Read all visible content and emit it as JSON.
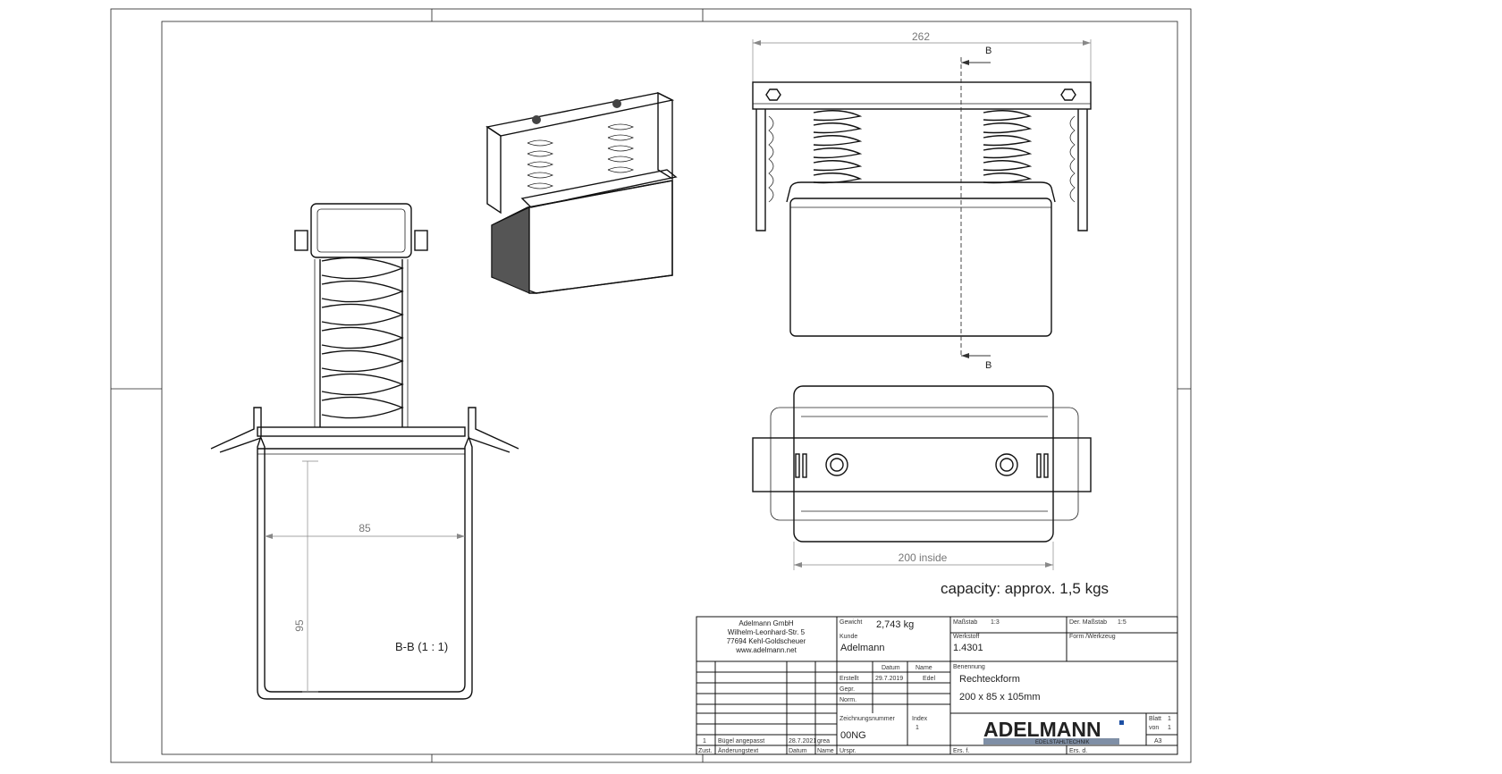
{
  "section_view": {
    "width_dim": "85",
    "height_dim": "95",
    "label": "B-B (1 : 1)"
  },
  "front_view": {
    "width_dim": "262",
    "section_marker_top": "B",
    "section_marker_bottom": "B"
  },
  "top_view": {
    "width_dim": "200 inside"
  },
  "capacity_note": "capacity: approx. 1,5 kgs",
  "title_block": {
    "company": {
      "name": "Adelmann GmbH",
      "street": "Wilhelm-Leonhard-Str. 5",
      "city": "77694 Kehl-Goldscheuer",
      "web": "www.adelmann.net"
    },
    "weight_label": "Gewicht",
    "weight_value": "2,743 kg",
    "scale_label": "Maßstab",
    "scale_value": "1:3",
    "der_scale_label": "Der. Maßstab",
    "der_scale_value": "1:5",
    "customer_label": "Kunde",
    "customer_value": "Adelmann",
    "material_label": "Werkstoff",
    "material_value": "1.4301",
    "tool_label": "Form /Werkzeug",
    "date_col": "Datum",
    "name_col": "Name",
    "designation_label": "Benennung",
    "designation_line1": "Rechteckform",
    "designation_line2": "200 x 85 x 105mm",
    "rows": {
      "created_label": "Erstellt",
      "created_date": "29.7.2019",
      "created_name": "Edel",
      "checked_label": "Gepr.",
      "norm_label": "Norm."
    },
    "drawing_number_label": "Zeichnungsnummer",
    "drawing_number_value": "00NG",
    "index_label": "Index",
    "index_value": "1",
    "revision": {
      "no": "1",
      "text": "Bügel angepasst",
      "date": "28.7.2021",
      "name": "grea"
    },
    "rev_headers": {
      "zust": "Zust.",
      "change": "Änderungstext",
      "date": "Datum",
      "name": "Name"
    },
    "replaces_label": "Urspr.",
    "replaced_by_label": "Ers. f.",
    "replaced_for_label": "Ers. d.",
    "logo_main": "ADELMANN",
    "logo_sub": "EDELSTAHLTECHNIK",
    "sheet_label": "Blatt",
    "sheet_value": "1",
    "of_label": "von",
    "of_value": "1",
    "format": "A3"
  },
  "colors": {
    "line": "#111111",
    "dimension": "#888888",
    "logo_blue": "#1d4fa3",
    "logo_bar": "#7f8fa6",
    "iso_dark": "#555555"
  }
}
